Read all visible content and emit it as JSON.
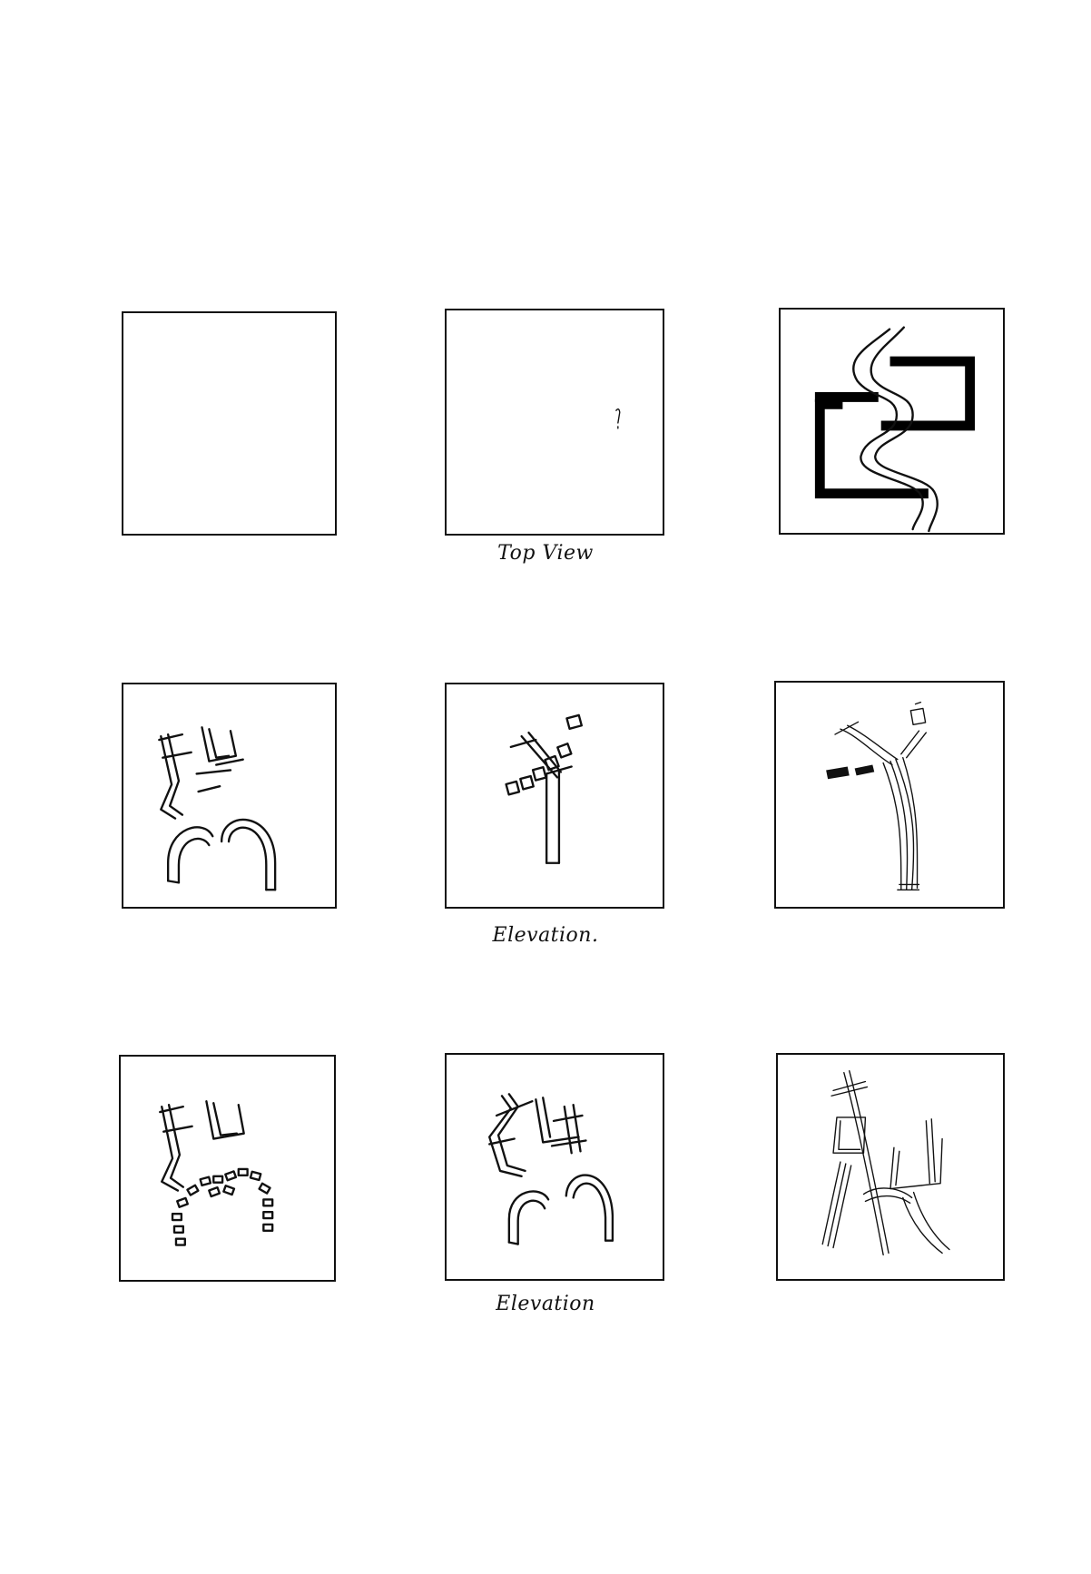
{
  "sheet": {
    "captions": {
      "top_view": "Top View",
      "elevation_1": "Elevation.",
      "elevation_2": "Elevation"
    },
    "rows": [
      {
        "label_key": "top_view",
        "panels": [
          "empty-square",
          "empty-square-with-dot",
          "serpentine-path-plan"
        ]
      },
      {
        "label_key": "elevation_1",
        "panels": [
          "angular-frame-with-arches",
          "post-with-blocks",
          "hatched-post-sketch"
        ]
      },
      {
        "label_key": "elevation_2",
        "panels": [
          "angular-frame-with-block-arches",
          "angular-frame-with-arches-crossed",
          "hatched-frame-sketch"
        ]
      }
    ],
    "colors": {
      "ink": "#111111",
      "paper": "#ffffff"
    }
  }
}
